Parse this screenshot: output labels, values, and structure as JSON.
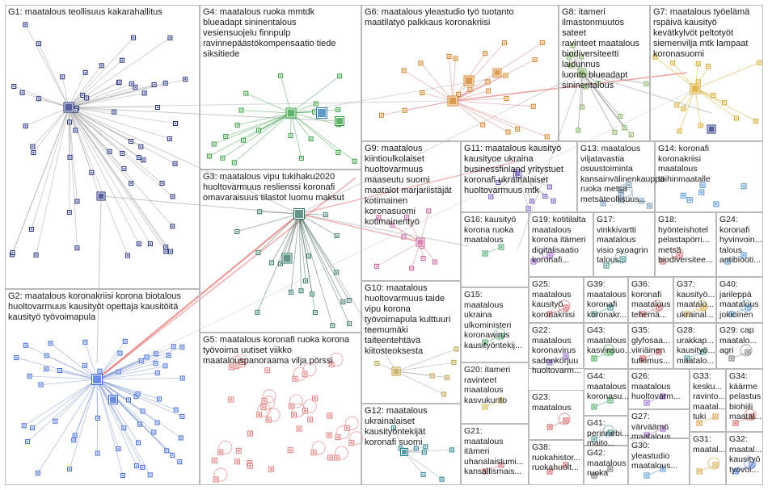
{
  "graph": {
    "panels": [
      {
        "id": "G1",
        "label": "G1: maatalous teollisuus kakarahallitus"
      },
      {
        "id": "G4",
        "label": "G4: maatalous ruoka mmtdk\nblueadapt sininentalous\nvesiensuojelu finnpulp\nravinnepäästökompensaatio tiede\nsiksitiede"
      },
      {
        "id": "G6",
        "label": "G6: maatalous yleastudio työ tuotanto\nmaatilatyö palkkaus koronakriisi"
      },
      {
        "id": "G8",
        "label": "G8: itameri\nilmastonmuutos sateet\nravinteet maatalous\nbiodiversiteetti laidunnus\nluonto blueadapt\nsininentalous"
      },
      {
        "id": "G7",
        "label": "G7: maatalous työelämä\nrspäivä kausityö\nkevätkylvöt peltotyöt\nsiemenvilja mtk lampaat\nkoronasuomi"
      },
      {
        "id": "G3",
        "label": "G3: maatalous vipu tukihaku2020\nhuoltovarmuus reslienssi koronafi\nomavaraisuus tilastot luomu maksut"
      },
      {
        "id": "G9",
        "label": "G9: maatalous\nkiintioulkolaiset\nhuoltovarmuus\nmaaseutu suomi\nmaatalot marjariistäjät\nkotimainen\nkoronasuomi\nkotimainentyö"
      },
      {
        "id": "G11",
        "label": "G11: maatalous kausityö\nkausityoe ukraina\nbusinessfinland yritystuet\nkoronafi ukrainalaiset\nhuoltovarmuus mtk"
      },
      {
        "id": "G13",
        "label": "G13: maatalous\nviljatavastia\nosuustoiminta\nkansainvälinenkauppa\nruoka metsä\nmetsäteollisuus..."
      },
      {
        "id": "G14",
        "label": "G14: koronafi\nkoronakriisi\nmaatalous\ntöihinmaatalle"
      },
      {
        "id": "G16",
        "label": "G16: kausityö\nkorona ruoka\nmaatalous"
      },
      {
        "id": "G19",
        "label": "G19: kotitilalta\nmaatalous\nkorona itämeri\ndigitalisaatio\nkoronafi..."
      },
      {
        "id": "G17",
        "label": "G17:\nvinkkivartti\nmaatalous\nvisio syoagrin\ntalous..."
      },
      {
        "id": "G18",
        "label": "G18:\nhyönteishotel\npelastapörri...\nmetsä\nbiodiversitee..."
      },
      {
        "id": "G24",
        "label": "G24:\nkoronafi\nhyvinvoin...\ntalous\nantibiooti..."
      },
      {
        "id": "G2",
        "label": "G2: maatalous koronakriisi korona biotalous\nhuoltovarmuus kausityöt opettaja kausitöitä\nkausityö työvoimapula"
      },
      {
        "id": "G10",
        "label": "G10: maatalous\nhuoltovarmuus taide\nvipu korona\ntyövoimapula kulttuuri\nteemumäki\ntaiteentehtävä\nkiitosteoksesta"
      },
      {
        "id": "G15",
        "label": "G15:\nmaatalous\nukraina\nulkoministeri\nkoronawirus\nkausityöntekij..."
      },
      {
        "id": "G25",
        "label": "G25:\nmaatalous\nkausityö\nkoronakriisi"
      },
      {
        "id": "G39",
        "label": "G39:\nmaatalous\nkoronafi\nkoronakr..."
      },
      {
        "id": "G36",
        "label": "G36:\nkoronafi\nmaatalous\ntehemä..."
      },
      {
        "id": "G37",
        "label": "G37:\nkausityö...\nmaatalo...\nukrainal..."
      },
      {
        "id": "G40",
        "label": "G40:\njarileppä\nmaatalous\njokioinen"
      },
      {
        "id": "G5",
        "label": "G5: maatalous koronafi ruoka korona\ntyövoima uutiset viikko\nmaatalouspanoraama vilja pörssi"
      },
      {
        "id": "G22",
        "label": "G22:\nmaatalous\nkoronavirus\nsadonkorjuu\nhuoltovarm..."
      },
      {
        "id": "G43",
        "label": "G43:\nmaatalous\nkasvinsuo..."
      },
      {
        "id": "G35",
        "label": "G35:\nglyfosaa...\nviiriäinen\ntutkimus..."
      },
      {
        "id": "G28",
        "label": "G28:\nurakkap...\nkausityö...\nmaatalo..."
      },
      {
        "id": "G29",
        "label": "G29: cap\nmaatalo...\nagri"
      },
      {
        "id": "G20",
        "label": "G20: itameri\nravinteet\nmaatalous\nkasvukunto"
      },
      {
        "id": "G44",
        "label": "G44:\nmaatalous\nkoronasu..."
      },
      {
        "id": "G26",
        "label": "G26:\nmaatalous\nhuoltovarm..."
      },
      {
        "id": "G33",
        "label": "G33:\nkesku...\nravinto...\nmaatal...\ntuki"
      },
      {
        "id": "G34",
        "label": "G34:\nkäärme\npelastus\nbiohiili\nmaatal..."
      },
      {
        "id": "G23",
        "label": "G23:\nmaatalous"
      },
      {
        "id": "G41",
        "label": "G41:\nperinnebi...\nmaito..."
      },
      {
        "id": "G27",
        "label": "G27:\nvärväämö\nmaatalous..."
      },
      {
        "id": "G31",
        "label": "G31:\nmaatal..."
      },
      {
        "id": "G32",
        "label": "G32:\nmaatal...\nkausityö\ntyövoi..."
      },
      {
        "id": "G12",
        "label": "G12: maatalous\nukrainalaiset\nkausityöntekijät\nkoronafi suomi"
      },
      {
        "id": "G21",
        "label": "G21:\nmaatalous\nitämeri\nuhanalaistumi...\nkansallismais..."
      },
      {
        "id": "G38",
        "label": "G38:\nruokahistor...\nruokahuolt..."
      },
      {
        "id": "G42",
        "label": "G42:\nmaatalous\nruoka"
      },
      {
        "id": "G30",
        "label": "G30:\nyleastudio\nmaatalous..."
      }
    ]
  }
}
